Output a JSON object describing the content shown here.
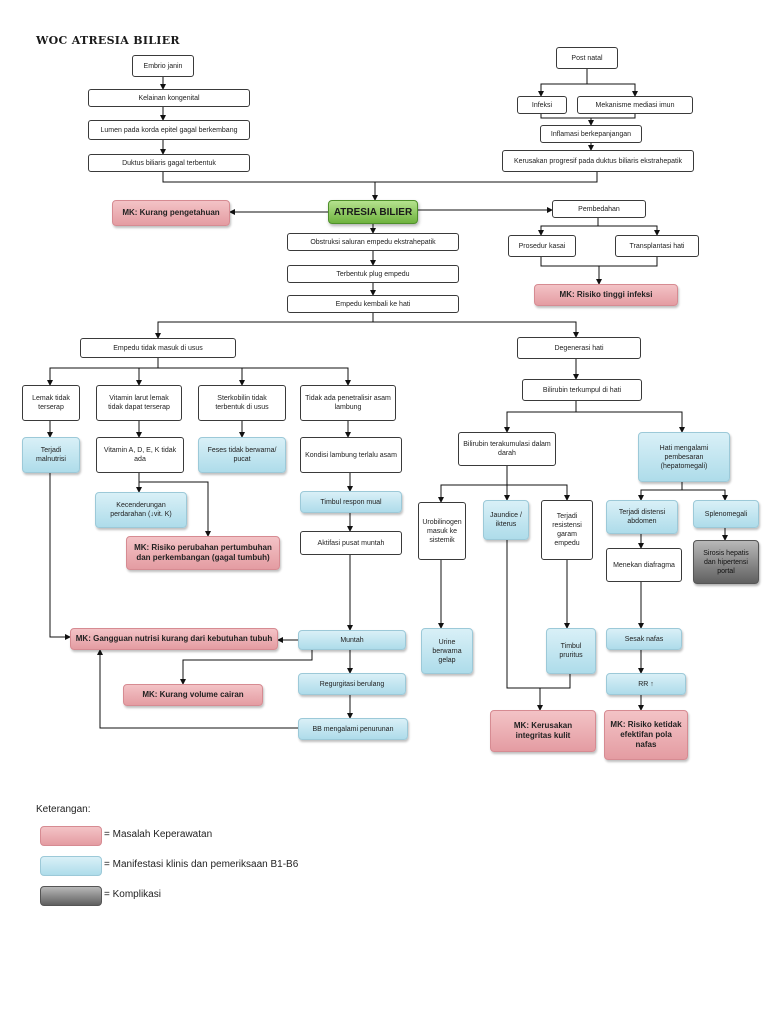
{
  "title": "WOC ATRESIA BILIER",
  "center": "ATRESIA BILIER",
  "nodes": {
    "embrio": "Embrio janin",
    "kelainan": "Kelainan kongenital",
    "lumen": "Lumen pada korda epitel gagal berkembang",
    "duktus": "Duktus biliaris gagal terbentuk",
    "postnatal": "Post natal",
    "infeksi": "Infeksi",
    "mekanisme": "Mekanisme mediasi imun",
    "inflamasi": "Inflamasi berkepanjangan",
    "kerusakan": "Kerusakan progresif pada duktus biliaris ekstrahepatik",
    "mk_pengetahuan": "MK: Kurang pengetahuan",
    "obstruksi": "Obstruksi saluran empedu ekstrahepatik",
    "plug": "Terbentuk plug empedu",
    "empedu_hati": "Empedu kembali ke hati",
    "pembedahan": "Pembedahan",
    "kasai": "Prosedur kasai",
    "transplantasi": "Transplantasi hati",
    "mk_infeksi": "MK: Risiko tinggi infeksi",
    "empedu_usus": "Empedu tidak masuk di usus",
    "degenerasi": "Degenerasi hati",
    "lemak": "Lemak tidak terserap",
    "vitamin": "Vitamin larut lemak tidak dapat terserap",
    "sterkobilin": "Sterkobilin tidak terbentuk di usus",
    "penetralisir": "Tidak ada penetralisir asam lambung",
    "malnutrisi": "Terjadi malnutrisi",
    "vit_ade": "Vitamin A, D, E, K tidak ada",
    "feses": "Feses tidak berwarna/ pucat",
    "kondisi_lambung": "Kondisi lambung terlalu asam",
    "bilirubin_hati": "Bilirubin terkumpul di hati",
    "bilirubin_darah": "Bilirubin terakumulasi dalam darah",
    "hati_besar": "Hati mengalami pembesaran (hepatomegali)",
    "perdarahan": "Kecenderungan perdarahan (↓vit. K)",
    "mk_pertumbuhan": "MK: Risiko perubahan pertumbuhan dan perkembangan (gagal tumbuh)",
    "respon_mual": "Timbul respon mual",
    "pusat_muntah": "Aktifasi pusat muntah",
    "urobilinogen": "Urobilinogen masuk ke sistemik",
    "jaundice": "Jaundice / ikterus",
    "retensi": "Terjadi resistensi garam empedu",
    "distensi": "Terjadi distensi abdomen",
    "splenomegali": "Splenomegali",
    "diafragma": "Menekan diafragma",
    "sirosis": "Sirosis hepatis dan hipertensi portal",
    "mk_nutrisi": "MK: Gangguan nutrisi kurang dari kebutuhan tubuh",
    "muntah": "Muntah",
    "urine": "Urine berwarna gelap",
    "pruritus": "Timbul pruritus",
    "sesak": "Sesak nafas",
    "mk_volume": "MK: Kurang volume cairan",
    "regurgitasi": "Regurgitasi berulang",
    "rr": "RR ↑",
    "mk_kulit": "MK: Kerusakan integritas kulit",
    "mk_nafas": "MK: Risiko ketidak efektifan pola nafas",
    "bb": "BB mengalami penurunan"
  },
  "legend": {
    "title": "Keterangan:",
    "pink": "= Masalah Keperawatan",
    "blue": "= Manifestasi klinis dan pemeriksaan B1-B6",
    "gray": "= Komplikasi"
  },
  "colors": {
    "masalah_keperawatan": "#e8a4aa",
    "manifestasi_klinis": "#b8e0ec",
    "komplikasi": "#6e6e6e",
    "center": "#7dbd4a"
  }
}
